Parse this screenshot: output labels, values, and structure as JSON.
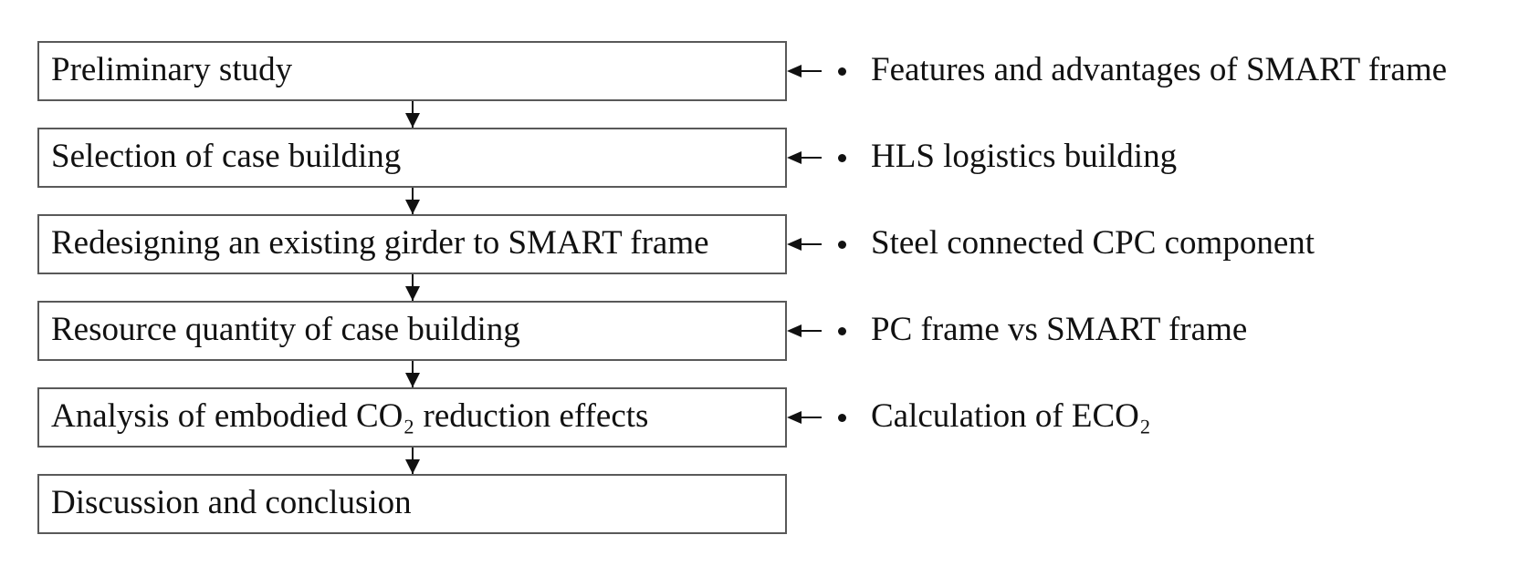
{
  "figure": {
    "type": "flowchart",
    "background_color": "#ffffff",
    "box_border_color": "#595959",
    "arrow_color": "#111111",
    "text_color": "#111111"
  },
  "steps": [
    {
      "label": "Preliminary study",
      "note": "Features and advantages of SMART frame"
    },
    {
      "label": "Selection of case building",
      "note": "HLS logistics building"
    },
    {
      "label": "Redesigning an existing girder to SMART frame",
      "note": "Steel connected CPC component"
    },
    {
      "label": "Resource quantity of case building",
      "note": "PC frame vs SMART frame"
    },
    {
      "label": "Analysis of embodied CO₂ reduction effects",
      "note": "Calculation of ECO₂"
    },
    {
      "label": "Discussion and conclusion",
      "note": ""
    }
  ]
}
